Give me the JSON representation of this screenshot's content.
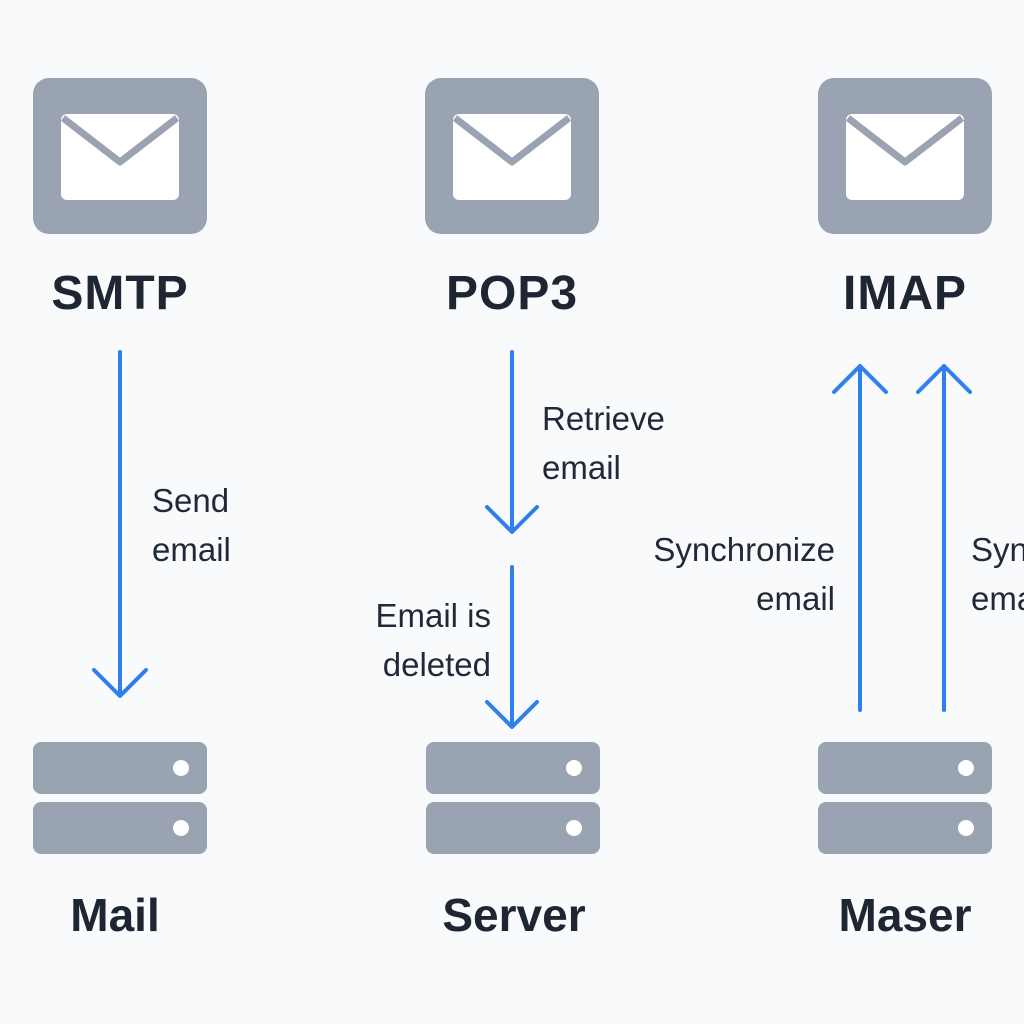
{
  "accent_color": "#2f80ed",
  "tile_color": "#9aa3b2",
  "columns": [
    {
      "icon": "envelope-icon",
      "protocol": "SMTP",
      "server_label": "Mail",
      "steps": [
        {
          "line1": "Send",
          "line2": "email"
        }
      ]
    },
    {
      "icon": "envelope-icon",
      "protocol": "POP3",
      "server_label": "Server",
      "steps": [
        {
          "line1": "Retrieve",
          "line2": "email"
        },
        {
          "line1": "Email is",
          "line2": "deleted"
        }
      ]
    },
    {
      "icon": "envelope-icon",
      "protocol": "IMAP",
      "server_label": "Maser",
      "steps": [
        {
          "line1": "Synchronize",
          "line2": "email"
        },
        {
          "line1": "Synchronize",
          "line2": "email"
        }
      ]
    }
  ]
}
